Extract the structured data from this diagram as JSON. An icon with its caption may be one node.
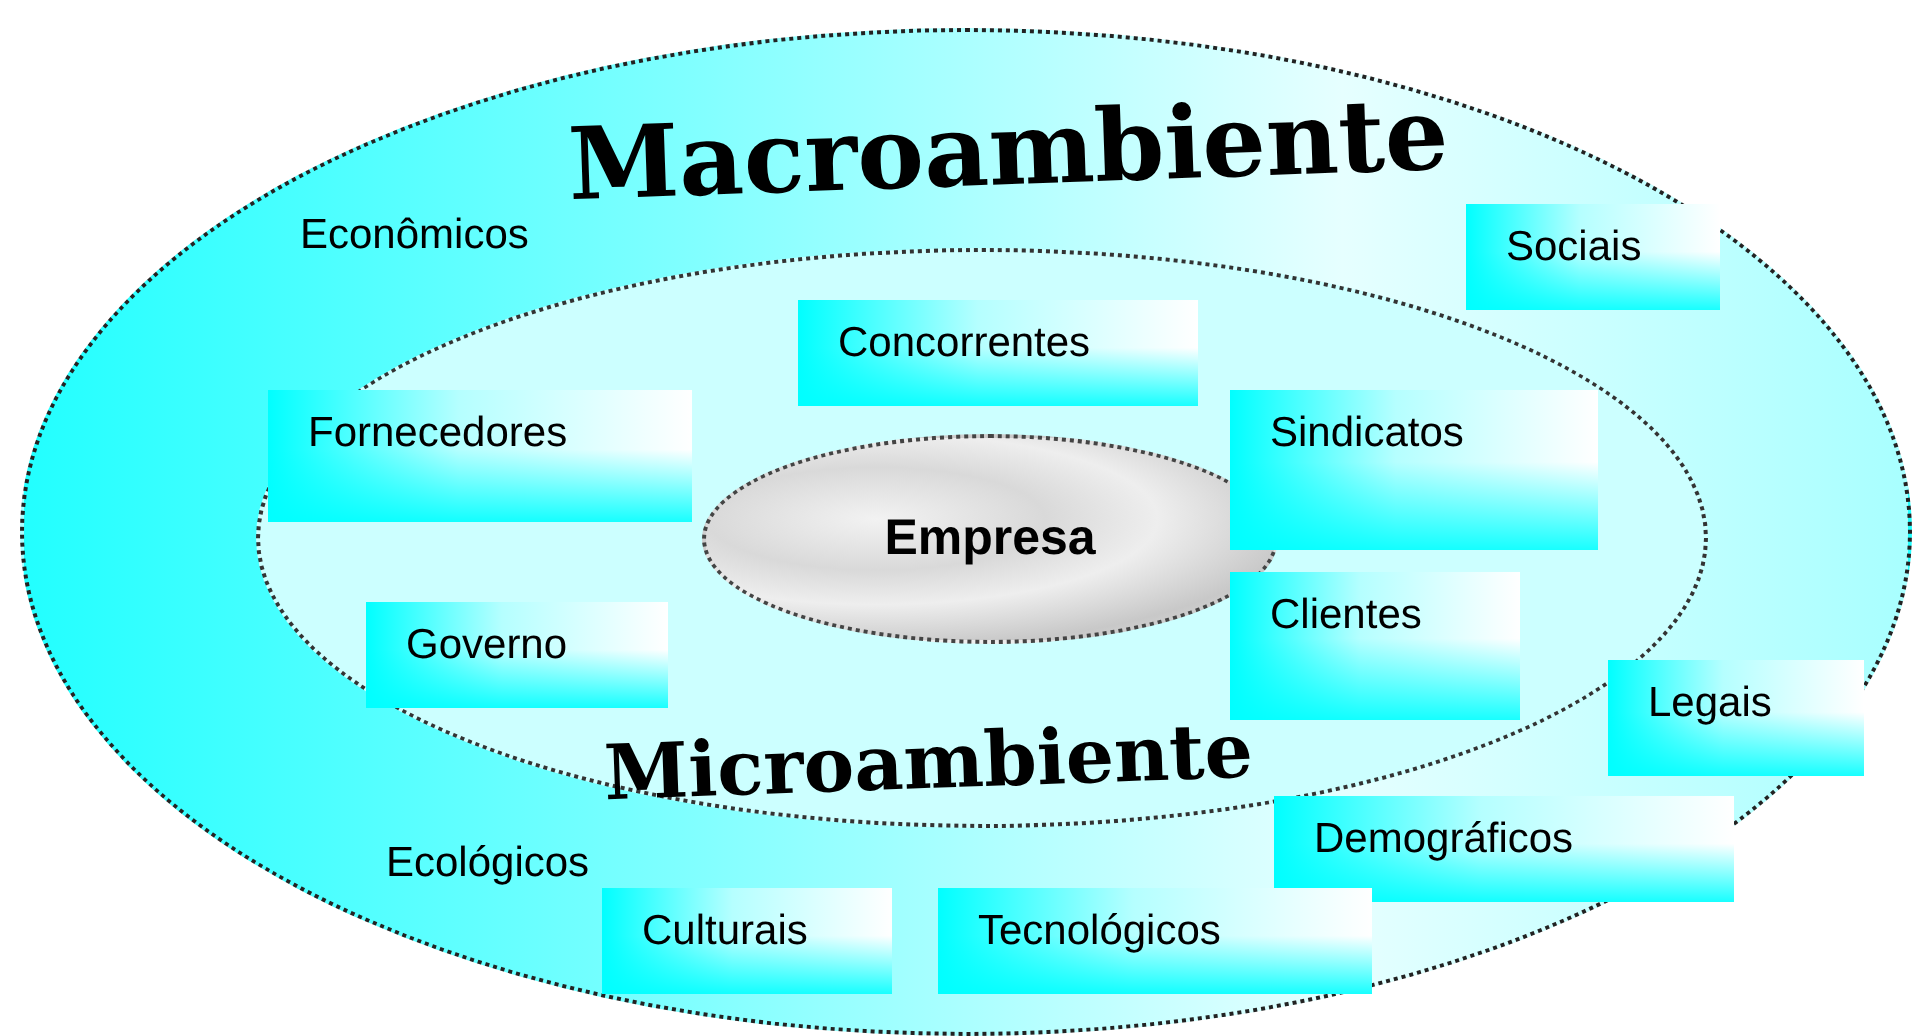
{
  "diagram": {
    "nodes": [
      {
        "text": [
          "Macroambiente"
        ]
      },
      {
        "text": [
          "Sociais"
        ],
        "in": 0
      },
      {
        "text": [
          "Microambiente"
        ],
        "in": 0
      },
      {
        "text": [
          "Concorrentes"
        ],
        "in": 2
      },
      {
        "text": [
          "Fornecedores"
        ],
        "in": 2
      },
      {
        "text": [
          "Sindicatos"
        ],
        "in": 2
      },
      {
        "text": [
          "Empresa"
        ],
        "in": 2
      },
      {
        "text": [
          "Governo"
        ],
        "in": 2
      },
      {
        "text": [
          "Clientes"
        ],
        "in": 2
      },
      {
        "text": [
          "Legais"
        ],
        "in": 0
      },
      {
        "text": [
          "Demográficos"
        ],
        "in": 0
      },
      {
        "text": [
          "Culturais"
        ],
        "in": 0
      },
      {
        "text": [
          "Tecnológicos"
        ],
        "in": 0
      }
    ],
    "labels": [
      "Econômicos",
      "Ecológicos"
    ]
  }
}
